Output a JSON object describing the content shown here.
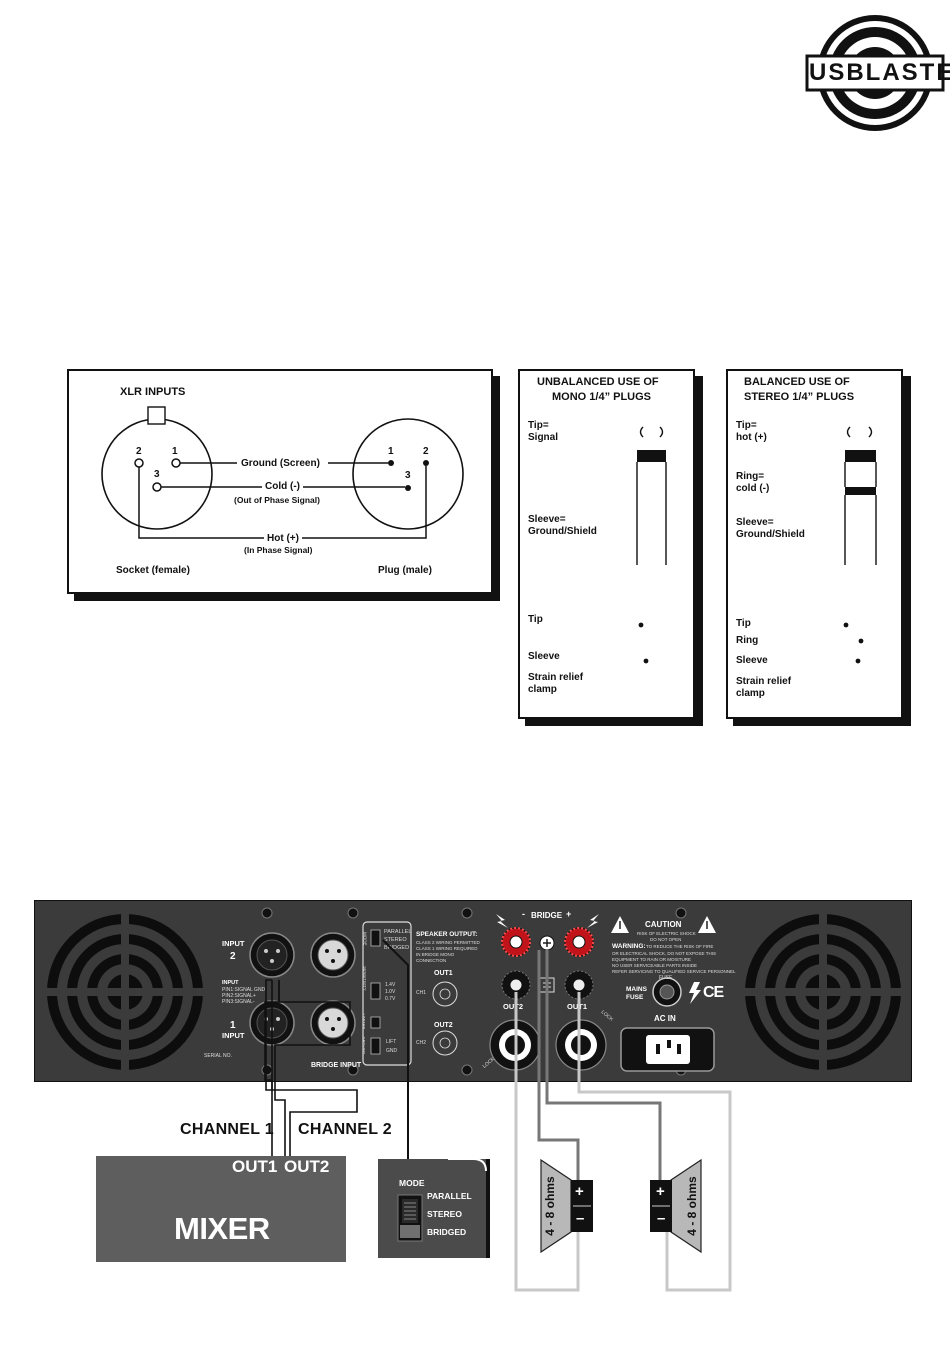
{
  "logo": {
    "text": "USBLASTER"
  },
  "xlr": {
    "title": "XLR INPUTS",
    "pin1": "1",
    "pin2": "2",
    "pin3": "3",
    "ground": "Ground (Screen)",
    "cold": "Cold (-)",
    "cold_note": "(Out of Phase Signal)",
    "hot": "Hot (+)",
    "hot_note": "(In Phase Signal)",
    "socket": "Socket (female)",
    "plug": "Plug (male)"
  },
  "mono": {
    "title_line1": "UNBALANCED USE OF",
    "title_line2": "MONO 1/4” PLUGS",
    "tip_eq_1": "Tip=",
    "tip_eq_2": "Signal",
    "sleeve_eq_1": "Sleeve=",
    "sleeve_eq_2": "Ground/Shield",
    "tip": "Tip",
    "sleeve": "Sleeve",
    "strain_1": "Strain relief",
    "strain_2": "clamp"
  },
  "stereo": {
    "title_line1": "BALANCED USE OF",
    "title_line2": "STEREO 1/4” PLUGS",
    "tip_eq_1": "Tip=",
    "tip_eq_2": "hot (+)",
    "ring_eq_1": "Ring=",
    "ring_eq_2": "cold (-)",
    "sleeve_eq_1": "Sleeve=",
    "sleeve_eq_2": "Ground/Shield",
    "tip": "Tip",
    "ring": "Ring",
    "sleeve": "Sleeve",
    "strain_1": "Strain relief",
    "strain_2": "clamp"
  },
  "amp": {
    "input2": "INPUT",
    "input2_num": "2",
    "input1_num": "1",
    "input1": "INPUT",
    "input_small": "INPUT",
    "input_small_lines": [
      "PIN1:SIGNAL GND",
      "PIN2:SIGNAL+",
      "PIN3:SIGNAL-"
    ],
    "serial": "SERIAL NO.",
    "bridge_input": "BRIDGE INPUT",
    "mode_parallel": "PARALLEL",
    "mode_stereo": "STEREO",
    "mode_bridged": "BRIDGED",
    "mode": "MODE",
    "sens_1": "1.4V",
    "sens_2": "1.0V",
    "sens_3": "0.7V",
    "lift": "LIFT",
    "gnd": "GND",
    "sensitivity": "SENSITIVITY",
    "ground": "GROUND",
    "limiter": "LIMITER",
    "speaker_output": "SPEAKER OUTPUT:",
    "speaker_lines": [
      "CLASS 2 WIRING PERMITTED",
      "CLASS 1 WIRING REQUIRED",
      "IN BRIDGE MONO",
      "CONNECTION"
    ],
    "out1_label": "OUT1",
    "out2_label": "OUT2",
    "ch1": "CH1",
    "ch2": "CH2",
    "bridge": "BRIDGE",
    "out2": "OUT2",
    "out1": "OUT1",
    "lock": "LOCK",
    "caution": "CAUTION",
    "caution_lines": [
      "RISK OF ELECTRIC SHOCK",
      "DO NOT OPEN"
    ],
    "warning": "WARNING:",
    "warning_lines": [
      "TO REDUCE THE RISK OF FIRE",
      "OR ELECTRICAL SHOCK, DO NOT EXPOSE THIS",
      "EQUIPMENT TO RAIN OR MOISTURE",
      "NO USER SERVICEABLE PARTS INSIDE",
      "REFER SERVICING TO QUALIFIED SERVICE PERSONNEL"
    ],
    "mains_fuse_1": "MAINS",
    "mains_fuse_2": "FUSE",
    "fuse": "FUSE",
    "ce": "CE",
    "ac_in": "AC IN"
  },
  "wiring": {
    "channel1": "CHANNEL 1",
    "channel2": "CHANNEL 2"
  },
  "mixer": {
    "out1": "OUT1",
    "out2": "OUT2",
    "title": "MIXER"
  },
  "modeswitch": {
    "mode": "MODE",
    "parallel": "PARALLEL",
    "stereo": "STEREO",
    "bridged": "BRIDGED"
  },
  "speakers": {
    "left_ohms": "4 - 8 ohms",
    "right_ohms": "4 - 8 ohms",
    "plus": "+",
    "minus": "–"
  }
}
